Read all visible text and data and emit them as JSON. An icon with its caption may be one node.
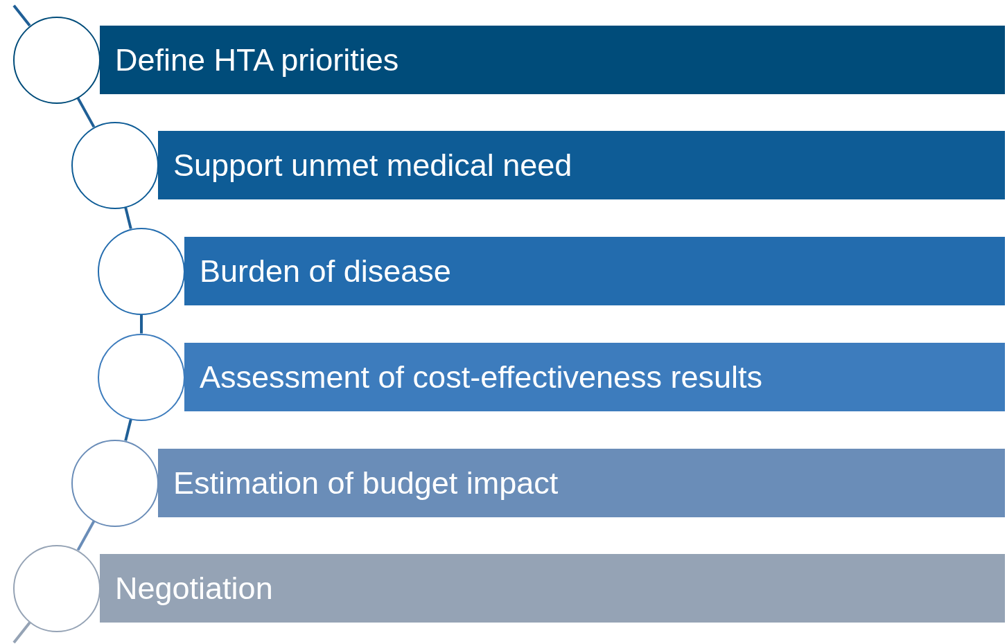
{
  "diagram": {
    "nodes": [
      {
        "text": [
          "Define HTA priorities"
        ]
      },
      {
        "text": [
          "Support unmet medical need"
        ]
      },
      {
        "text": [
          "Burden of disease"
        ]
      },
      {
        "text": [
          "Assessment of cost-effectiveness results"
        ]
      },
      {
        "text": [
          "Estimation of budget impact"
        ]
      },
      {
        "text": [
          "Negotiation"
        ]
      },
      {
        "text": [],
        "shape": "circle"
      },
      {
        "text": [],
        "shape": "circle"
      },
      {
        "text": [],
        "shape": "circle"
      },
      {
        "text": [],
        "shape": "circle"
      },
      {
        "text": [],
        "shape": "circle"
      },
      {
        "text": [],
        "shape": "circle"
      }
    ],
    "edges": [
      {
        "from": null,
        "to": 6,
        "arrow": "none"
      },
      {
        "from": 6,
        "to": 7,
        "arrow": "none"
      },
      {
        "from": 7,
        "to": 8,
        "arrow": "none"
      },
      {
        "from": 8,
        "to": 9,
        "arrow": "none"
      },
      {
        "from": 9,
        "to": 10,
        "arrow": "none"
      },
      {
        "from": 10,
        "to": 11,
        "arrow": "none",
        "color": "#6a8db8"
      },
      {
        "from": 11,
        "to": null,
        "arrow": "none",
        "color": "#95a3b5"
      }
    ]
  }
}
